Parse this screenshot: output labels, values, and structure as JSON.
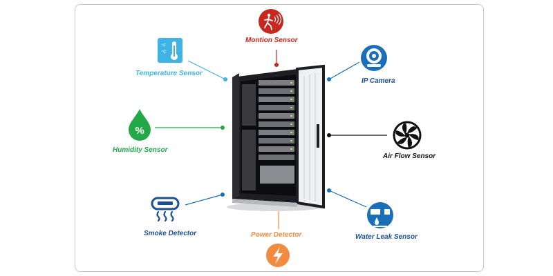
{
  "sensors": {
    "motion": {
      "label": "Montion Sensor",
      "color": "#c8271f",
      "icon": "motion-sensor-icon"
    },
    "temperature": {
      "label": "Temperature Sensor",
      "color": "#3fb3e6",
      "icon": "thermometer-icon",
      "icon_text": "°F °C"
    },
    "ip_camera": {
      "label": "IP Camera",
      "color": "#1a4f96",
      "icon": "webcam-icon"
    },
    "humidity": {
      "label": "Humidity Sensor",
      "color": "#23a847",
      "icon": "water-drop-percent-icon",
      "icon_text": "%"
    },
    "air_flow": {
      "label": "Air Flow Sensor",
      "color": "#111111",
      "icon": "fan-icon"
    },
    "smoke": {
      "label": "Smoke Detector",
      "color": "#1a4f96",
      "icon": "smoke-detector-icon"
    },
    "power": {
      "label": "Power Detector",
      "color": "#f28b40",
      "icon": "lightning-icon"
    },
    "water_leak": {
      "label": "Water Leak Sensor",
      "color": "#1a6fb8",
      "icon": "water-leak-icon"
    }
  },
  "center": {
    "icon": "server-rack-icon"
  }
}
